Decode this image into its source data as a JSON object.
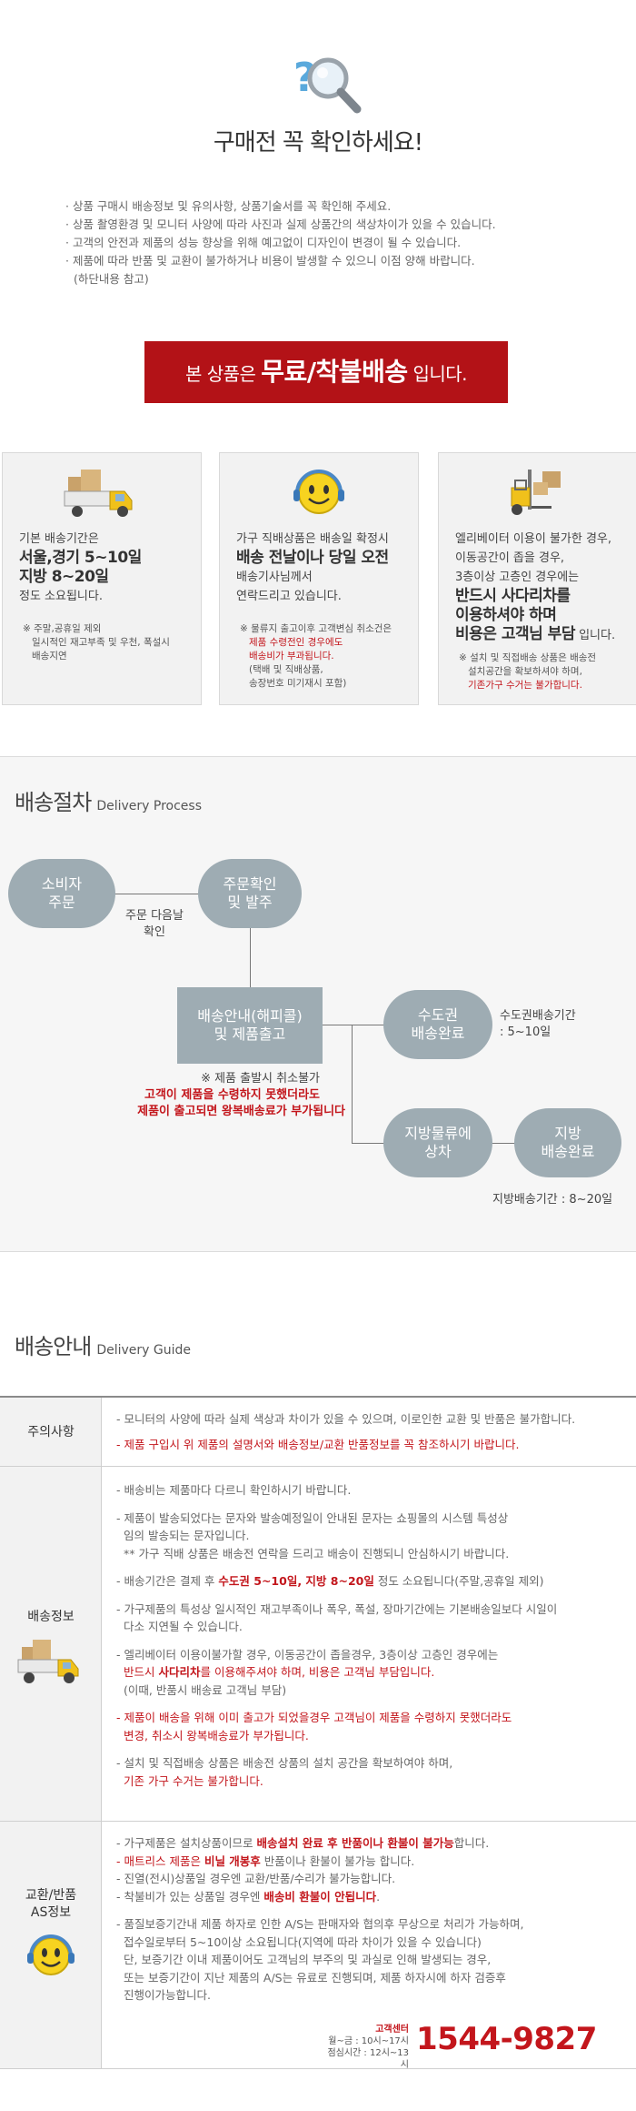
{
  "header": {
    "title": "구매전 꼭 확인하세요!",
    "notes": [
      "· 상품 구매시 배송정보 및 유의사항, 상품기술서를 꼭 확인해 주세요.",
      "· 상품 촬영환경 및 모니터 사양에 따라 사진과 실제 상품간의 색상차이가 있을 수 있습니다.",
      "· 고객의 안전과 제품의 성능 향상을 위해 예고없이 디자인이 변경이 될 수 있습니다.",
      "· 제품에 따라 반품 및 교환이 불가하거나 비용이 발생할 수 있으니 이점 양해 바랍니다.",
      "(하단내용 참고)"
    ],
    "banner": {
      "pre": "본 상품은 ",
      "bold": "무료/착불배송",
      "post": " 입니다."
    }
  },
  "info_boxes": [
    {
      "line1": "기본 배송기간은",
      "big1": "서울,경기 5~10일",
      "big2": "지방 8~20일",
      "line4": "정도 소요됩니다.",
      "notes": [
        "※ 주말,공휴일 제외",
        "일시적인 재고부족 및 우천, 폭설시",
        "배송지연"
      ]
    },
    {
      "line1": "가구 직배상품은 배송일 확정시",
      "big1": "배송 전날이나 당일 오전",
      "line3": "배송기사님께서",
      "line4": "연락드리고 있습니다.",
      "notes": [
        "※ 물류지 출고이후 고객변심 취소건은",
        "제품 수령전인 경우에도",
        "배송비가 부과됩니다.",
        "(택배 및 직배상품,",
        "송장번호 미기재시 포함)"
      ]
    },
    {
      "line1": "엘리베이터 이용이 불가한 경우,",
      "line2": "이동공간이 좁을 경우,",
      "line3": "3층이상 고층인 경우에는",
      "big1": "반드시 사다리차를",
      "big2": "이용하셔야 하며",
      "big3": "비용은 고객님 부담",
      "big3_post": " 입니다.",
      "notes": [
        "※ 설치 및 직접배송 상품은 배송전",
        "설치공간을 확보하셔야 하며,",
        "기존가구 수거는 불가합니다."
      ]
    }
  ],
  "process": {
    "title": "배송절차",
    "subtitle": "Delivery Process",
    "nodes": {
      "consumer": [
        "소비자",
        "주문"
      ],
      "confirm": [
        "주문확인",
        "및 발주"
      ],
      "guide": [
        "배송안내(해피콜)",
        "및 제품출고"
      ],
      "capital": [
        "수도권",
        "배송완료"
      ],
      "logistics": [
        "지방물류에",
        "상차"
      ],
      "local": [
        "지방",
        "배송완료"
      ]
    },
    "labels": {
      "next_day": [
        "주문 다음날",
        "확인"
      ],
      "capital_period": [
        "수도권배송기간",
        ": 5~10일"
      ],
      "local_period": "지방배송기간 : 8~20일"
    },
    "warn": [
      "※ 제품 출발시 취소불가",
      "고객이 제품을 수령하지 못했더라도",
      "제품이 출고되면 왕복배송료가 부가됩니다"
    ]
  },
  "guide": {
    "title": "배송안내",
    "subtitle": "Delivery Guide",
    "rows": {
      "caution": {
        "label": "주의사항",
        "items": [
          "- 모니터의 사양에 따라 실제 색상과 차이가 있을 수 있으며, 이로인한 교환 및 반품은 불가합니다.",
          "- 제품 구입시 위 제품의 설명서와 배송정보/교환 반품정보를 꼭 참조하시기 바랍니다."
        ]
      },
      "shipping": {
        "label": "배송정보",
        "i1": [
          "- 배송비는 제품마다 다르니 확인하시기 바랍니다."
        ],
        "i2": [
          "- 제품이 발송되었다는 문자와 발송예정일이 안내된 문자는 쇼핑몰의 시스템 특성상",
          "임의 발송되는 문자입니다.",
          "** 가구 직배 상품은 배송전 연락을 드리고 배송이 진행되니 안심하시기 바랍니다."
        ],
        "i3": {
          "pre": "- 배송기간은 결제 후 ",
          "bold": "수도권 5~10일, 지방 8~20일",
          "post": " 정도 소요됩니다(주말,공휴일 제외)"
        },
        "i4": [
          "- 가구제품의 특성상 일시적인 재고부족이나 폭우, 폭설, 장마기간에는 기본배송일보다 시일이",
          "다소 지연될 수 있습니다."
        ],
        "i5": {
          "l1": "- 엘리베이터 이용이불가할 경우, 이동공간이 좁을경우, 3층이상 고층인 경우에는",
          "l2_pre": "반드시 ",
          "l2_bold": "사다리차",
          "l2_post": "를 이용해주셔야 하며, 비용은 고객님 부담입니다.",
          "l3": "(이때, 반품시 배송료 고객님 부담)"
        },
        "i6": [
          "- 제품이 배송을 위해 이미 출고가 되었을경우 고객님이 제품을 수령하지 못했더라도",
          "변경, 취소시 왕복배송료가 부가됩니다."
        ],
        "i7": [
          "- 설치 및 직접배송 상품은 배송전 상품의 설치 공간을 확보하여야 하며,",
          "기존 가구 수거는 불가합니다."
        ]
      },
      "returns": {
        "label": [
          "교환/반품",
          "AS정보"
        ],
        "i1": {
          "pre": "- 가구제품은 설치상품이므로 ",
          "red": "배송설치 완료 후 반품이나 환불이 불가능",
          "post": "합니다."
        },
        "i2": {
          "red1": "- 매트리스 제품은 ",
          "bold": "비닐 개봉후",
          "post": " 반품이나 환불이 불가능 합니다."
        },
        "i3": "- 진열(전시)상품일 경우엔 교환/반품/수리가 불가능합니다.",
        "i4": {
          "pre": "- 착불비가 있는 상품일 경우엔 ",
          "red": "배송비 환불이 안됩니다",
          "post": "."
        },
        "i5": [
          "- 품질보증기간내 제품 하자로 인한 A/S는 판매자와 협의후 무상으로 처리가 가능하며,",
          "접수일로부터 5~10이상 소요됩니다(지역에 따라 차이가 있을 수 있습니다)",
          "단, 보증기간 이내 제품이어도 고객님의 부주의 및 과실로 인해 발생되는 경우,",
          "또는 보증기간이 지난 제품의 A/S는 유료로 진행되며, 제품 하자시에 하자 검증후",
          "진행이가능합니다."
        ]
      }
    },
    "callcenter": {
      "label": "고객센터",
      "hours1": "월~금 : 10시~17시",
      "hours2": "점심시간 : 12시~13시",
      "phone": "1544-9827"
    }
  },
  "colors": {
    "accent_red": "#c3161c",
    "banner_bg": "#b31217",
    "node": "#9eacb3"
  }
}
